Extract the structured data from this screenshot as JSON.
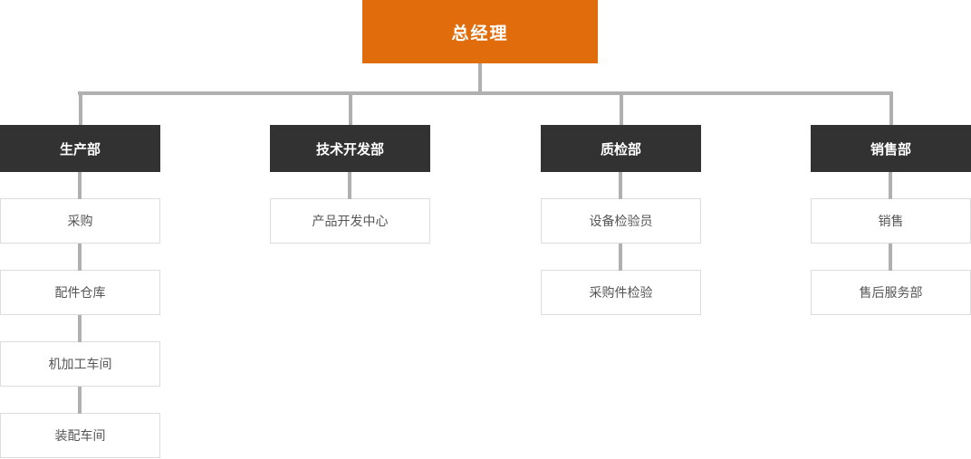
{
  "org_chart": {
    "root": {
      "label": "总经理"
    },
    "departments": [
      {
        "label": "生产部",
        "children": [
          {
            "label": "采购"
          },
          {
            "label": "配件仓库"
          },
          {
            "label": "机加工车间"
          },
          {
            "label": "装配车间"
          }
        ]
      },
      {
        "label": "技术开发部",
        "children": [
          {
            "label": "产品开发中心"
          }
        ]
      },
      {
        "label": "质检部",
        "children": [
          {
            "label": "设备检验员"
          },
          {
            "label": "采购件检验"
          }
        ]
      },
      {
        "label": "销售部",
        "children": [
          {
            "label": "销售"
          },
          {
            "label": "售后服务部"
          }
        ]
      }
    ],
    "colors": {
      "root_bg": "#e06c0b",
      "department_bg": "#323232",
      "connector": "#b0b0b0",
      "child_border": "#dddddd",
      "child_text": "#555555"
    }
  }
}
